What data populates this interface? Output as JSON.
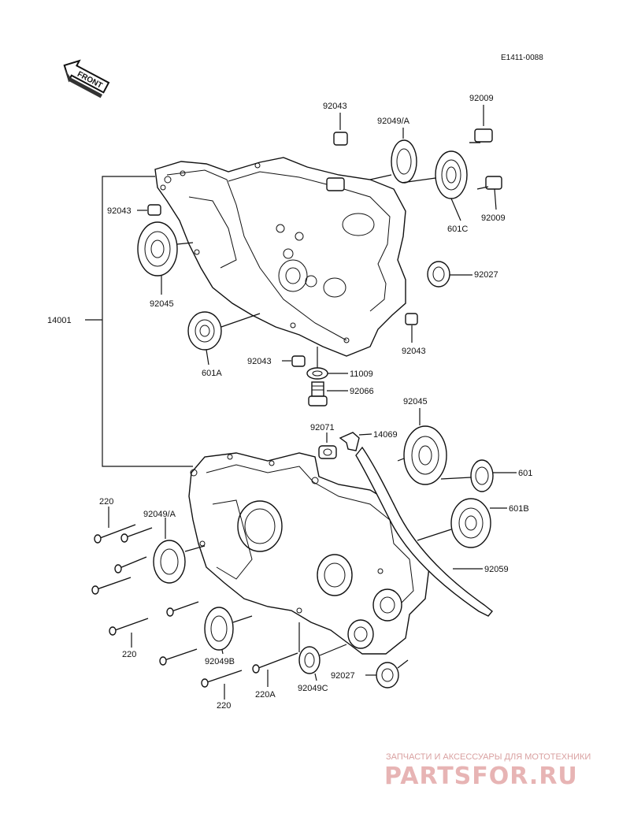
{
  "diagram_code": "E1411-0088",
  "front_label": "FRONT",
  "labels": {
    "l14001": "14001",
    "l92043_top": "92043",
    "l92049A_top": "92049/A",
    "l92009_top": "92009",
    "l92043_left": "92043",
    "l601C": "601C",
    "l92009_mid": "92009",
    "l92045_left": "92045",
    "l92027_top": "92027",
    "l601A": "601A",
    "l92043_mid": "92043",
    "l92043_right": "92043",
    "l11009": "11009",
    "l92066": "92066",
    "l92045_right": "92045",
    "l92071": "92071",
    "l14069": "14069",
    "l220_a": "220",
    "l92049A_low": "92049/A",
    "l601": "601",
    "l601B": "601B",
    "l92059": "92059",
    "l220_b": "220",
    "l92049B": "92049B",
    "l220A": "220A",
    "l92049C": "92049C",
    "l92027_low": "92027",
    "l220_c": "220"
  },
  "watermark": {
    "line1": "ЗАПЧАСТИ И АКСЕССУАРЫ ДЛЯ МОТОТЕХНИКИ",
    "logo": "PARTSFOR.RU"
  }
}
